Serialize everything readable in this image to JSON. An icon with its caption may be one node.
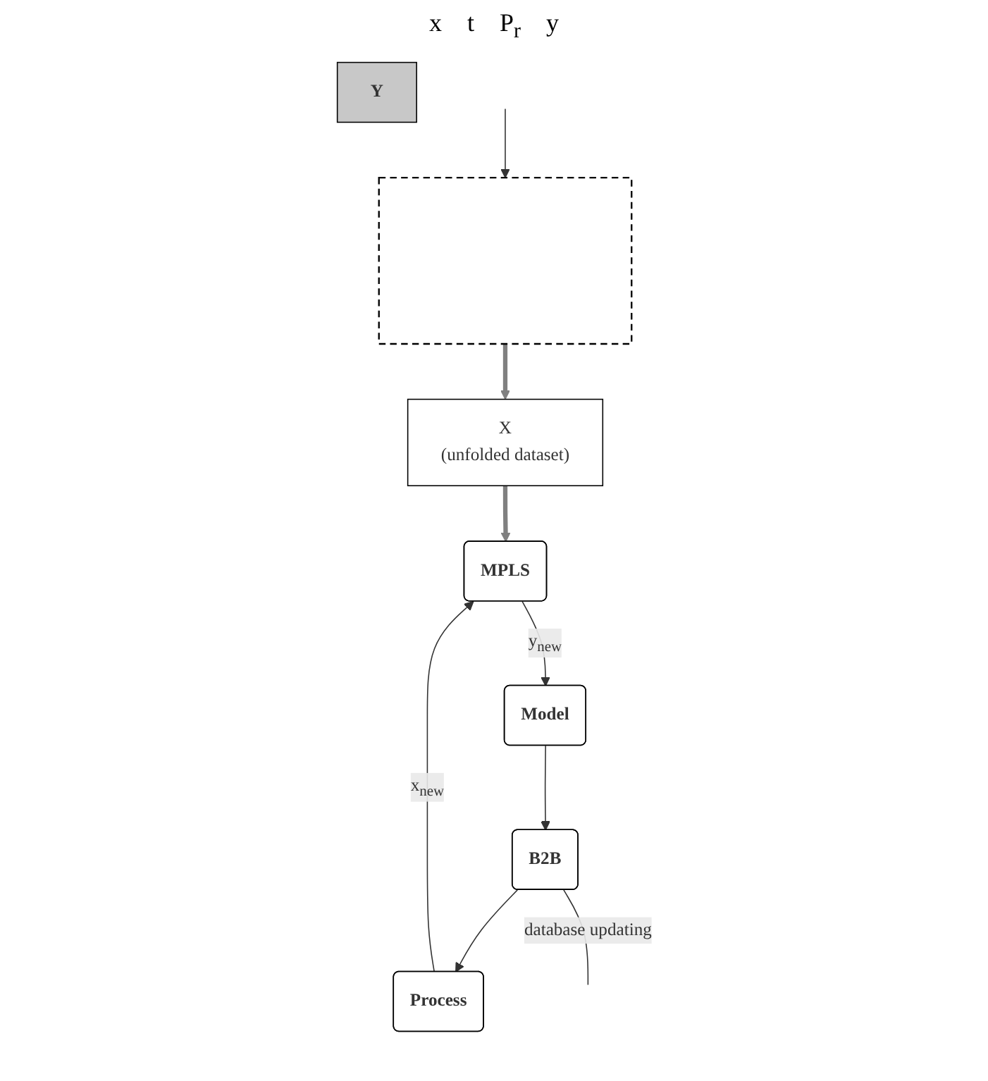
{
  "diagram": {
    "nodes": [
      {
        "text": [],
        "shape": "box"
      },
      {
        "text": [
          "X",
          "(unfolded dataset)"
        ]
      },
      {
        "text": [
          "Y"
        ]
      },
      {
        "text": [
          "MPLS"
        ]
      },
      {
        "text": [
          "Model"
        ]
      },
      {
        "text": [
          "B2B"
        ]
      },
      {
        "text": [
          "Process"
        ]
      }
    ],
    "edges": [
      {
        "from": null,
        "to": 0,
        "arrow": "to"
      },
      {
        "from": 0,
        "to": 1,
        "arrow": "to",
        "style": "thick",
        "color": "#808080"
      },
      {
        "from": 1,
        "to": 3,
        "arrow": "to",
        "style": "thick",
        "color": "#808080"
      },
      {
        "from": 3,
        "to": 4,
        "arrow": "to",
        "label": "y$_{new}$"
      },
      {
        "from": 4,
        "to": 5,
        "arrow": "to"
      },
      {
        "from": 5,
        "to": 6,
        "arrow": "to"
      },
      {
        "from": 6,
        "to": 3,
        "arrow": "to",
        "label": "x$_{new}$"
      },
      {
        "from": 5,
        "to": null,
        "arrow": "none",
        "label": "database updating"
      }
    ],
    "labels": [
      "x",
      "t",
      "P$_{r}$",
      "y"
    ]
  }
}
